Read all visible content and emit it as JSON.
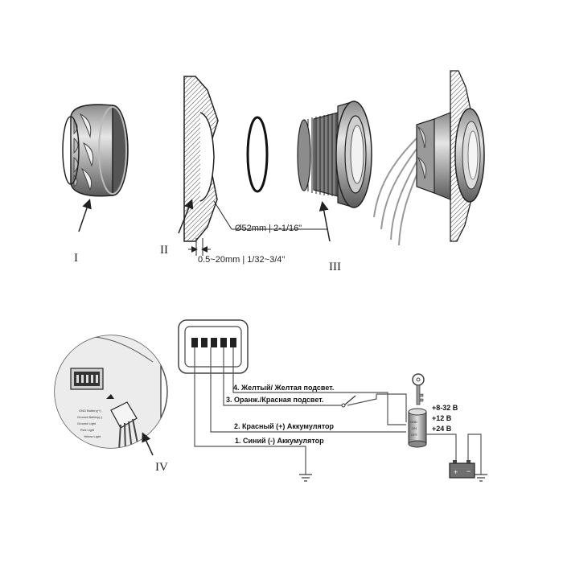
{
  "parts": {
    "part1_label": "I",
    "part2_label": "II",
    "part3_label": "III",
    "part4_label": "IV",
    "hole_diameter": "Ø52mm | 2-1/16\"",
    "panel_thickness": "0.5~20mm | 1/32~3/4\""
  },
  "wiring": {
    "wire4": "4. Желтый/ Желтая подсвет.",
    "wire3": "3. Оранж./Красная подсвет.",
    "wire2": "2. Красный (+) Аккумулятор",
    "wire1": "1. Синий (-) Аккумулятор",
    "voltage1": "+8-32 В",
    "voltage2": "+12 В",
    "voltage3": "+24 В",
    "ignition_labels": [
      "GND",
      "ON",
      "OFF"
    ]
  },
  "colors": {
    "line": "#333333",
    "metal_dark": "#6e6e6e",
    "metal_light": "#d9d9d9",
    "battery": "#777777"
  }
}
